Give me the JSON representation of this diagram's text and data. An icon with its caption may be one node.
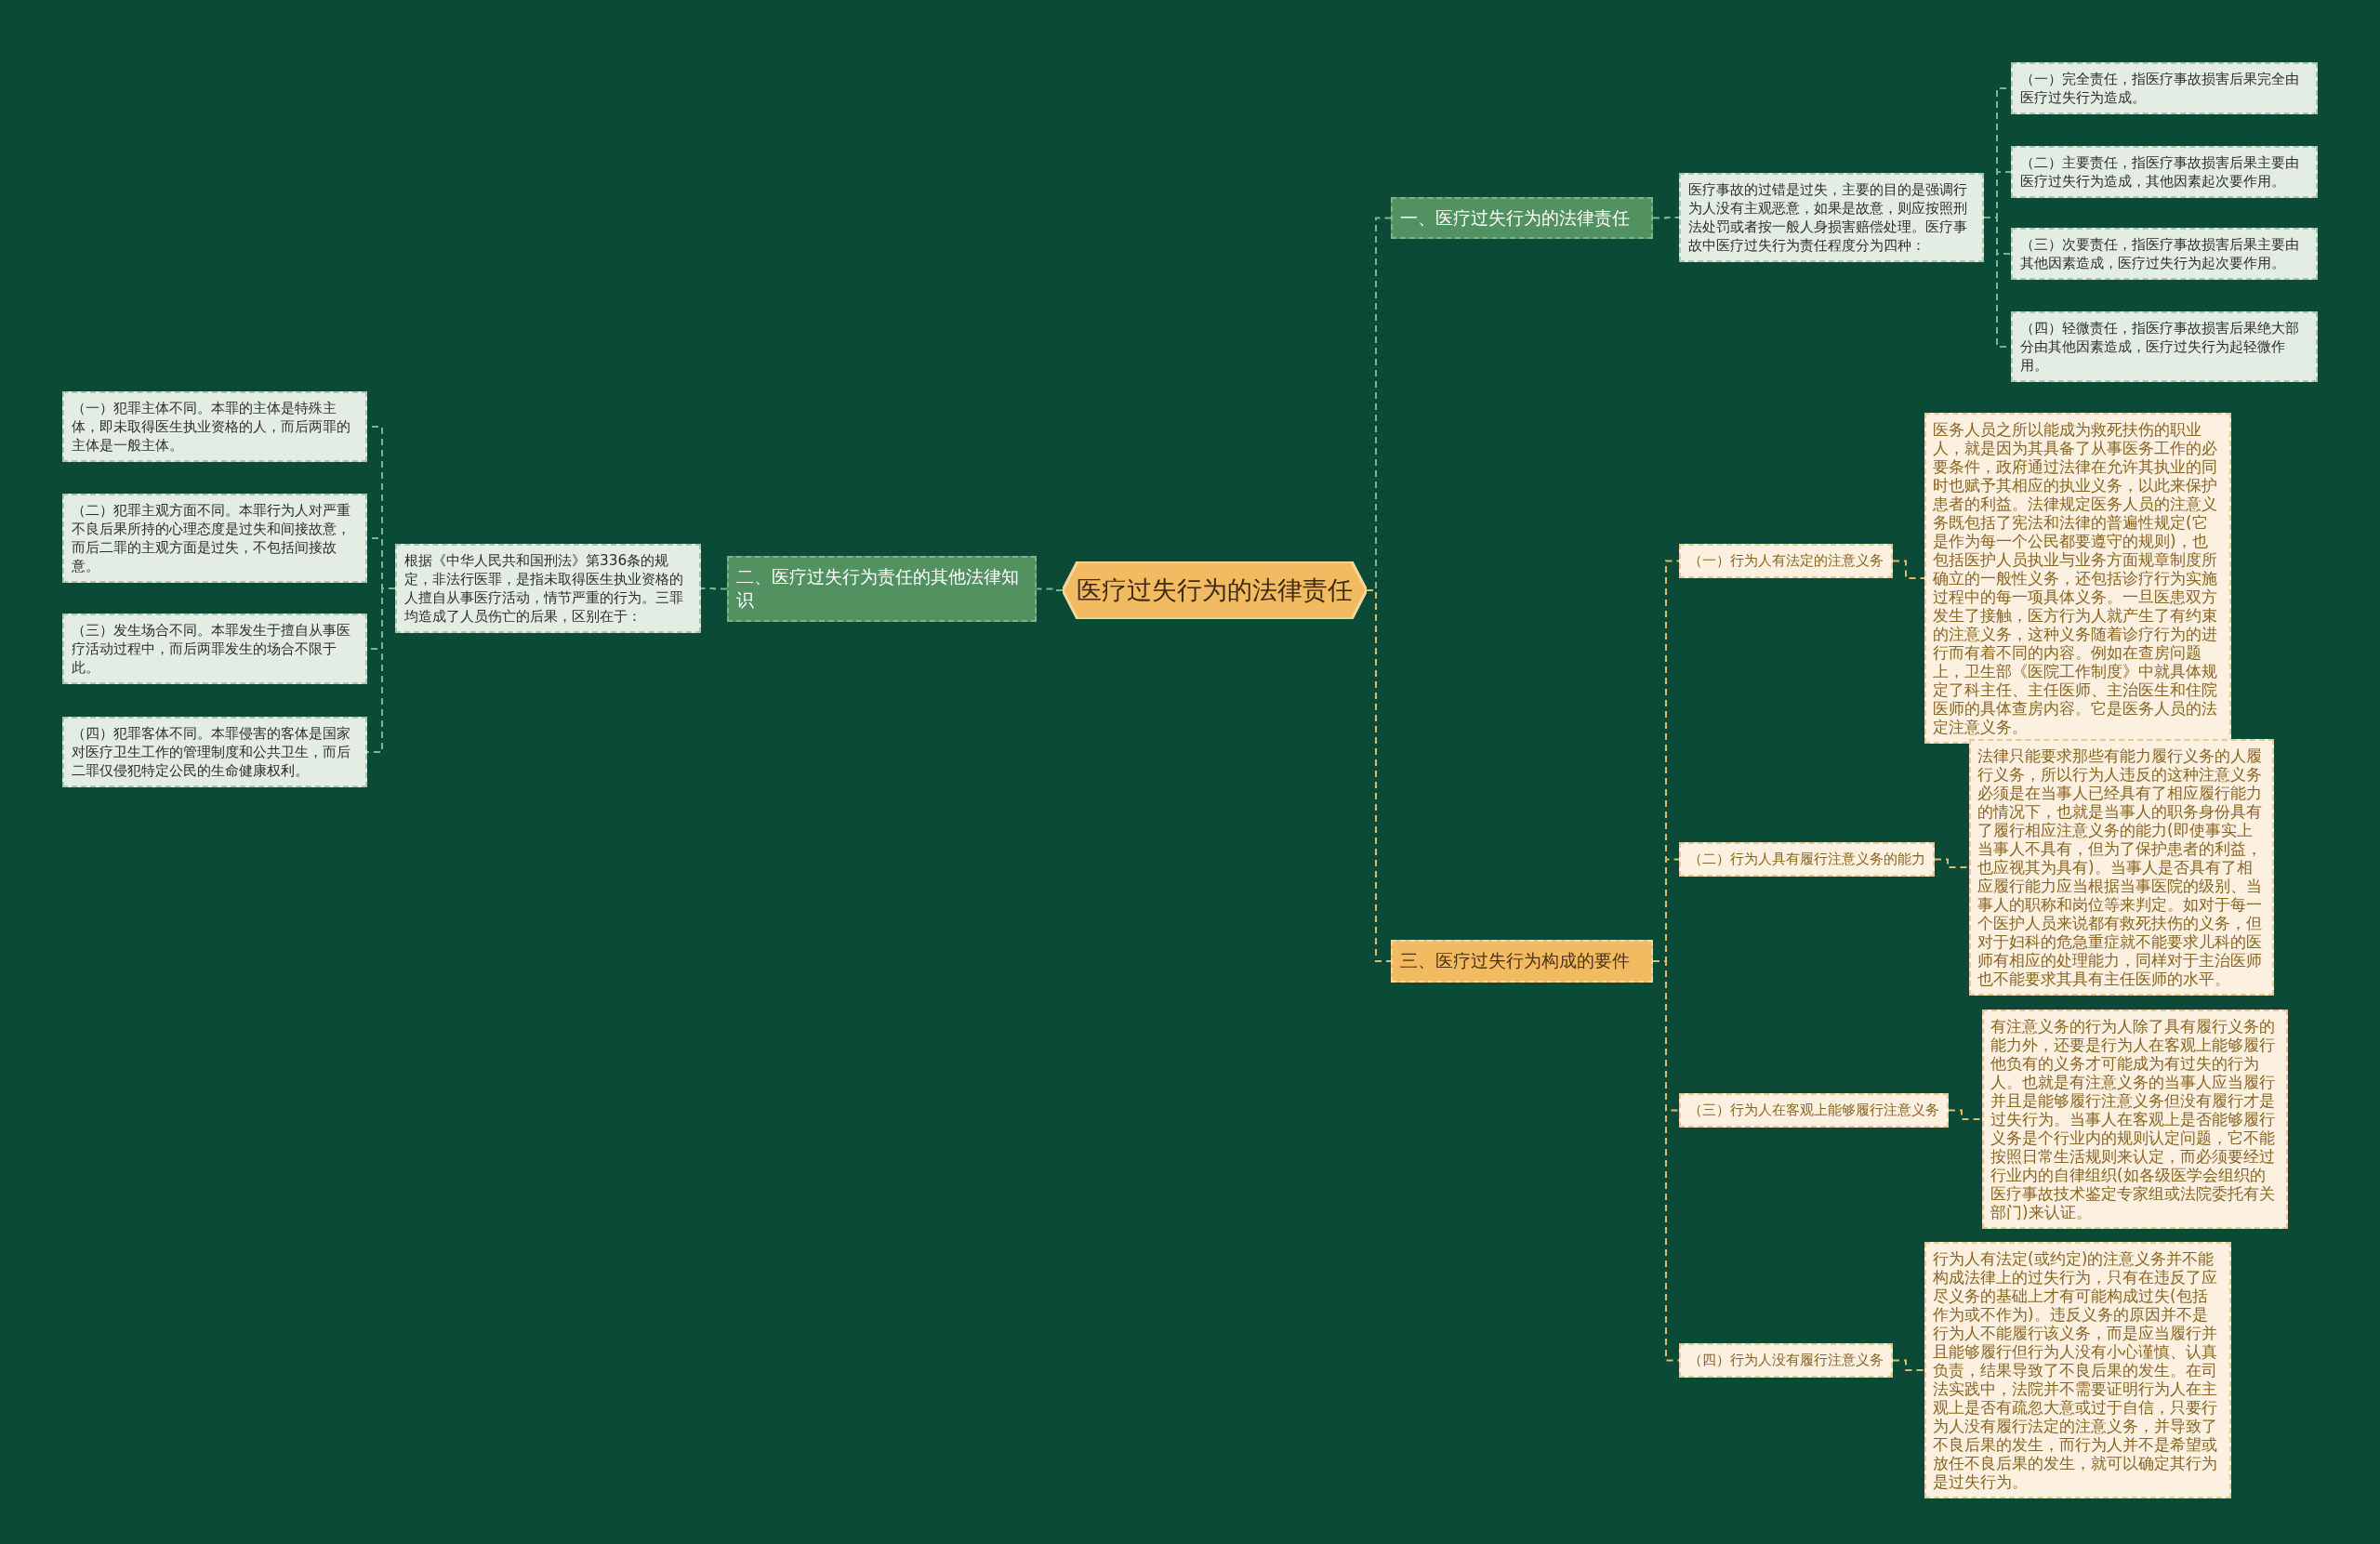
{
  "diagram": {
    "nodes": [
      {
        "text": [
          "医疗过失行为的法律责任"
        ]
      },
      {
        "text": [
          "一、医疗过失行为的法律责任"
        ]
      },
      {
        "text": [
          "医疗事故的过错是过失，主要的目的是强调行为人没有主观恶意，如果是故意，则应按照刑法处罚或者按一般人身损害赔偿处理。医疗事故中医疗过失行为责任程度分为四种："
        ]
      },
      {
        "text": [
          "（一）完全责任，指医疗事故损害后果完全由医疗过失行为造成。"
        ]
      },
      {
        "text": [
          "（二）主要责任，指医疗事故损害后果主要由医疗过失行为造成，其他因素起次要作用。"
        ]
      },
      {
        "text": [
          "（三）次要责任，指医疗事故损害后果主要由其他因素造成，医疗过失行为起次要作用。"
        ]
      },
      {
        "text": [
          "（四）轻微责任，指医疗事故损害后果绝大部分由其他因素造成，医疗过失行为起轻微作用。"
        ]
      },
      {
        "text": [
          "二、医疗过失行为责任的其他法律知识"
        ]
      },
      {
        "text": [
          "根据《中华人民共和国刑法》第336条的规定，非法行医罪，是指未取得医生执业资格的人擅自从事医疗活动，情节严重的行为。三罪均造成了人员伤亡的后果，区别在于："
        ]
      },
      {
        "text": [
          "（一）犯罪主体不同。本罪的主体是特殊主体，即未取得医生执业资格的人，而后两罪的主体是一般主体。"
        ]
      },
      {
        "text": [
          "（二）犯罪主观方面不同。本罪行为人对严重不良后果所持的心理态度是过失和间接故意，而后二罪的主观方面是过失，不包括间接故意。"
        ]
      },
      {
        "text": [
          "（三）发生场合不同。本罪发生于擅自从事医疗活动过程中，而后两罪发生的场合不限于此。"
        ]
      },
      {
        "text": [
          "（四）犯罪客体不同。本罪侵害的客体是国家对医疗卫生工作的管理制度和公共卫生，而后二罪仅侵犯特定公民的生命健康权利。"
        ]
      },
      {
        "text": [
          "三、医疗过失行为构成的要件"
        ]
      },
      {
        "text": [
          "（一）行为人有法定的注意义务"
        ]
      },
      {
        "text": [
          "医务人员之所以能成为救死扶伤的职业人，就是因为其具备了从事医务工作的必要条件，政府通过法律在允许其执业的同时也赋予其相应的执业义务，以此来保护患者的利益。法律规定医务人员的注意义务既包括了宪法和法律的普遍性规定(它是作为每一个公民都要遵守的规则)，也包括医护人员执业与业务方面规章制度所确立的一般性义务，还包括诊疗行为实施过程中的每一项具体义务。一旦医患双方发生了接触，医方行为人就产生了有约束的注意义务，这种义务随着诊疗行为的进行而有着不同的内容。例如在查房问题上，卫生部《医院工作制度》中就具体规定了科主任、主任医师、主治医生和住院医师的具体查房内容。它是医务人员的法定注意义务。"
        ]
      },
      {
        "text": [
          "（二）行为人具有履行注意义务的能力"
        ]
      },
      {
        "text": [
          "法律只能要求那些有能力履行义务的人履行义务，所以行为人违反的这种注意义务必须是在当事人已经具有了相应履行能力的情况下，也就是当事人的职务身份具有了履行相应注意义务的能力(即使事实上当事人不具有，但为了保护患者的利益，也应视其为具有)。当事人是否具有了相应履行能力应当根据当事医院的级别、当事人的职称和岗位等来判定。如对于每一个医护人员来说都有救死扶伤的义务，但对于妇科的危急重症就不能要求儿科的医师有相应的处理能力，同样对于主治医师也不能要求其具有主任医师的水平。"
        ]
      },
      {
        "text": [
          "（三）行为人在客观上能够履行注意义务"
        ]
      },
      {
        "text": [
          "有注意义务的行为人除了具有履行义务的能力外，还要是行为人在客观上能够履行他负有的义务才可能成为有过失的行为人。也就是有注意义务的当事人应当履行并且是能够履行注意义务但没有履行才是过失行为。当事人在客观上是否能够履行义务是个行业内的规则认定问题，它不能按照日常生活规则来认定，而必须要经过行业内的自律组织(如各级医学会组织的医疗事故技术鉴定专家组或法院委托有关部门)来认证。"
        ]
      },
      {
        "text": [
          "（四）行为人没有履行注意义务"
        ]
      },
      {
        "text": [
          "行为人有法定(或约定)的注意义务并不能构成法律上的过失行为，只有在违反了应尽义务的基础上才有可能构成过失(包括作为或不作为)。违反义务的原因并不是行为人不能履行该义务，而是应当履行并且能够履行但行为人没有小心谨慎、认真负责，结果导致了不良后果的发生。在司法实践中，法院并不需要证明行为人在主观上是否有疏忽大意或过于自信，只要行为人没有履行法定的注意义务，并导致了不良后果的发生，而行为人并不是希望或放任不良后果的发生，就可以确定其行为是过失行为。"
        ]
      }
    ],
    "edges": [
      {
        "from": 0,
        "to": 1,
        "arrow": "none"
      },
      {
        "from": 1,
        "to": 2,
        "arrow": "none"
      },
      {
        "from": 2,
        "to": 3,
        "arrow": "none"
      },
      {
        "from": 2,
        "to": 4,
        "arrow": "none"
      },
      {
        "from": 2,
        "to": 5,
        "arrow": "none"
      },
      {
        "from": 2,
        "to": 6,
        "arrow": "none"
      },
      {
        "from": 0,
        "to": 7,
        "arrow": "none"
      },
      {
        "from": 7,
        "to": 8,
        "arrow": "none"
      },
      {
        "from": 8,
        "to": 9,
        "arrow": "none"
      },
      {
        "from": 8,
        "to": 10,
        "arrow": "none"
      },
      {
        "from": 8,
        "to": 11,
        "arrow": "none"
      },
      {
        "from": 8,
        "to": 12,
        "arrow": "none"
      },
      {
        "from": 0,
        "to": 13,
        "arrow": "none",
        "color": "#e3b96a"
      },
      {
        "from": 13,
        "to": 14,
        "arrow": "none",
        "color": "#e3b96a"
      },
      {
        "from": 14,
        "to": 15,
        "arrow": "none",
        "color": "#e3b96a"
      },
      {
        "from": 13,
        "to": 16,
        "arrow": "none",
        "color": "#e3b96a"
      },
      {
        "from": 16,
        "to": 17,
        "arrow": "none",
        "color": "#e3b96a"
      },
      {
        "from": 13,
        "to": 18,
        "arrow": "none",
        "color": "#e3b96a"
      },
      {
        "from": 18,
        "to": 19,
        "arrow": "none",
        "color": "#e3b96a"
      },
      {
        "from": 13,
        "to": 20,
        "arrow": "none",
        "color": "#e3b96a"
      },
      {
        "from": 20,
        "to": 21,
        "arrow": "none",
        "color": "#e3b96a"
      }
    ]
  }
}
